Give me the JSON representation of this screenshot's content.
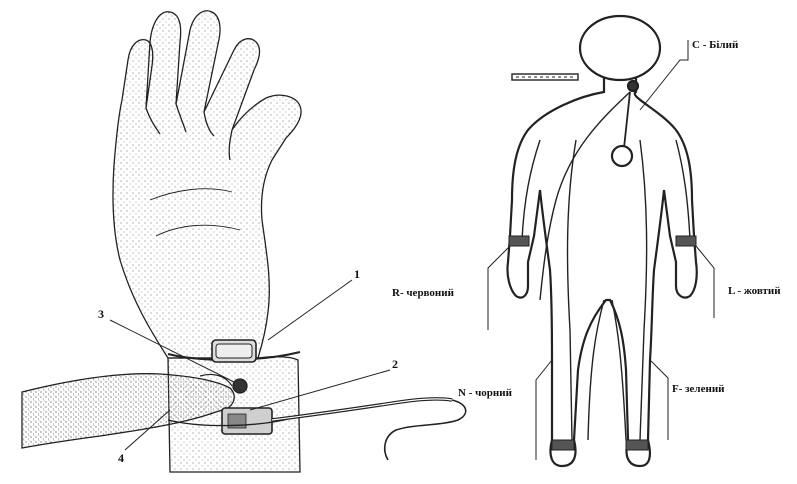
{
  "hand_figure": {
    "callouts": [
      "1",
      "2",
      "3",
      "4"
    ]
  },
  "body_figure": {
    "electrodes": [
      {
        "id": "C",
        "text": "C - Білий"
      },
      {
        "id": "R",
        "text": "R- червоний"
      },
      {
        "id": "L",
        "text": "L - жовтий"
      },
      {
        "id": "N",
        "text": "N - чорний"
      },
      {
        "id": "F",
        "text": "F- зелений"
      }
    ]
  }
}
